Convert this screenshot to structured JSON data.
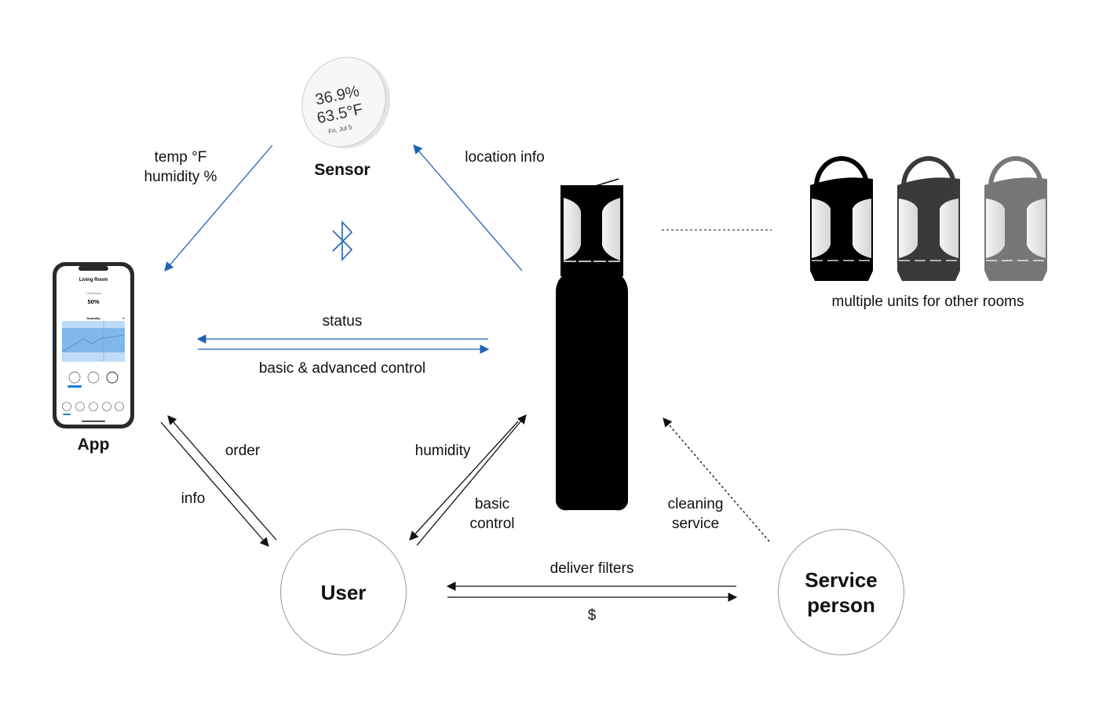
{
  "nodes": {
    "sensor": {
      "label": "Sensor",
      "display": {
        "humidity": "36.9%",
        "temp": "63.5°F",
        "date": "Fri, Jul 5"
      }
    },
    "app": {
      "label": "App",
      "screen": {
        "title": "Living Room",
        "subtitle": "Comfortable",
        "value": "50%",
        "chart_title": "Humidity",
        "chart_unit": "%"
      }
    },
    "user": {
      "label": "User"
    },
    "service_person": {
      "label_line1": "Service",
      "label_line2": "person"
    },
    "units_caption": "multiple units for other rooms"
  },
  "edges": {
    "sensor_to_app_line1": "temp °F",
    "sensor_to_app_line2": "humidity %",
    "device_to_sensor": "location info",
    "device_to_app": "status",
    "app_to_device": "basic & advanced control",
    "user_to_app": "order",
    "app_to_user": "info",
    "device_to_user": "humidity",
    "user_to_device_line1": "basic",
    "user_to_device_line2": "control",
    "service_to_device_line1": "cleaning",
    "service_to_device_line2": "service",
    "service_to_user": "deliver filters",
    "user_to_service": "$"
  },
  "colors": {
    "wireless_arrow": "#1f62b5",
    "physical_arrow": "#111111",
    "unit_shades": [
      "#000000",
      "#3a3a3a",
      "#777777"
    ]
  },
  "icons": {
    "wireless": "bluetooth-icon"
  }
}
